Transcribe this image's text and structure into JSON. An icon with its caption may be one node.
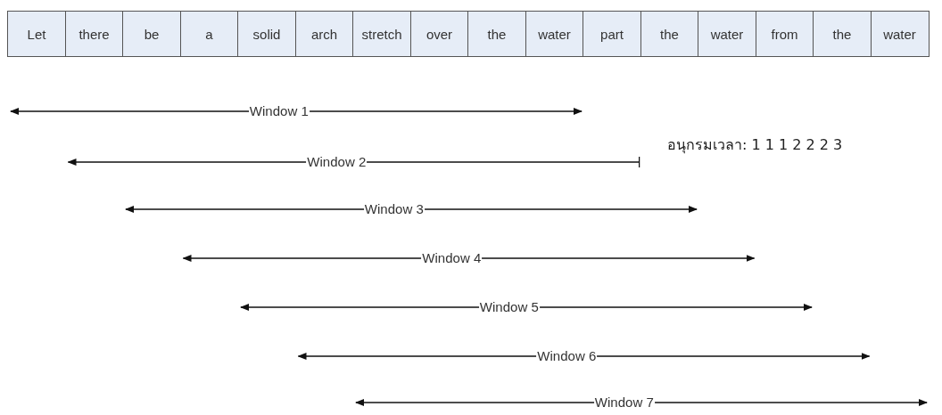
{
  "diagram": {
    "labels": [
      "Let",
      "there",
      "be",
      "a",
      "solid",
      "arch",
      "stretch",
      "over",
      "the",
      "water",
      "part",
      "the",
      "water",
      "from",
      "the",
      "water",
      "Window 1",
      "อนุกรมเวลา: 1 1 1 2 2 2 3",
      "Window 2",
      "Window 3",
      "Window 4",
      "Window 5",
      "Window 6",
      "Window 7"
    ]
  }
}
